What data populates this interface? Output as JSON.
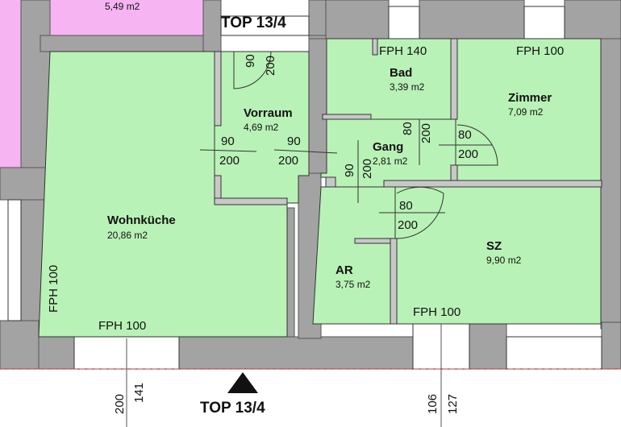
{
  "plan": {
    "unit_top": "TOP 13/4",
    "unit_bottom": "TOP 13/4",
    "neighbor_area": "5,49 m2",
    "rooms": {
      "wohnkueche": {
        "name": "Wohnküche",
        "area": "20,86 m2"
      },
      "vorraum": {
        "name": "Vorraum",
        "area": "4,69 m2"
      },
      "bad": {
        "name": "Bad",
        "area": "3,39 m2"
      },
      "zimmer": {
        "name": "Zimmer",
        "area": "7,09 m2"
      },
      "gang": {
        "name": "Gang",
        "area": "2,81 m2"
      },
      "sz": {
        "name": "SZ",
        "area": "9,90 m2"
      },
      "ar": {
        "name": "AR",
        "area": "3,75 m2"
      }
    },
    "windows": {
      "bad": "FPH 140",
      "zimmer": "FPH 100",
      "wohn_left": "FPH 100",
      "wohn_bottom": "FPH 100",
      "sz_bottom": "FPH 100"
    },
    "doors": {
      "entry_w": "90",
      "entry_h": "200",
      "vorraum_w": "90",
      "vorraum_h": "200",
      "wohn_w": "90",
      "wohn_h": "200",
      "bad_w": "80",
      "bad_h": "200",
      "zimmer_w": "80",
      "zimmer_h": "200",
      "gang_w": "90",
      "gang_h": "200",
      "sz_w": "80",
      "sz_h": "200"
    },
    "bottom_dims": {
      "left_a": "200",
      "left_b": "141",
      "right_a": "106",
      "right_b": "127"
    }
  }
}
